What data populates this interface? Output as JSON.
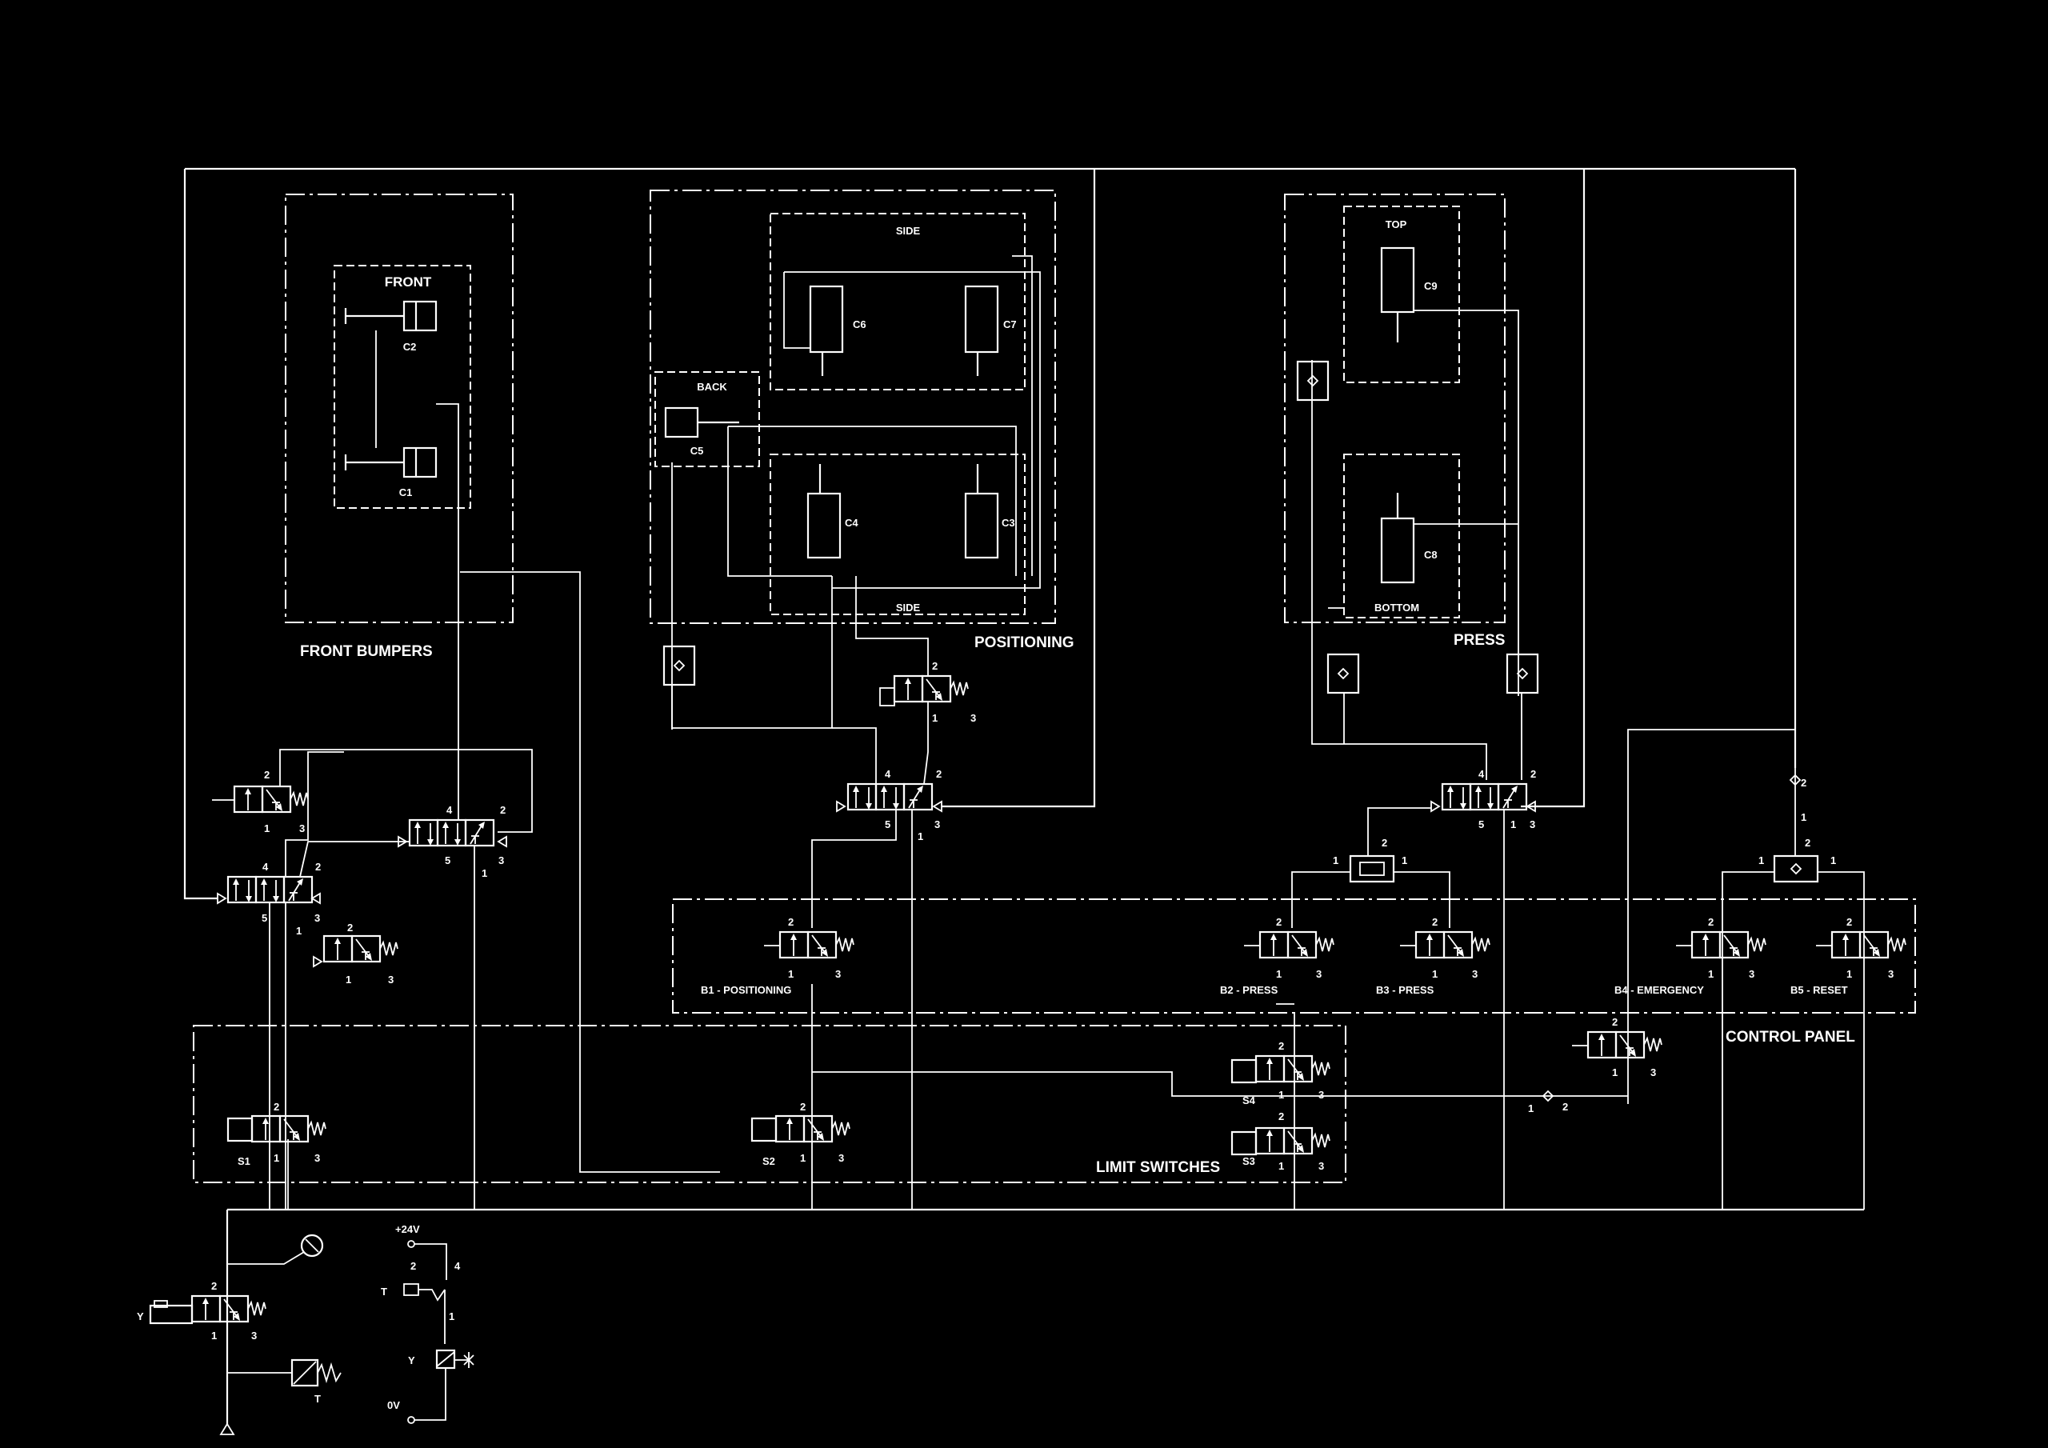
{
  "zones": {
    "front_bumpers": "FRONT BUMPERS",
    "positioning": "POSITIONING",
    "press": "PRESS",
    "limit_switches": "LIMIT SWITCHES",
    "control_panel": "CONTROL PANEL"
  },
  "subzones": {
    "front": "FRONT",
    "side_top": "SIDE",
    "side_bottom": "SIDE",
    "back": "BACK",
    "top": "TOP",
    "bottom": "BOTTOM"
  },
  "cylinders": {
    "c1": "C1",
    "c2": "C2",
    "c3": "C3",
    "c4": "C4",
    "c5": "C5",
    "c6": "C6",
    "c7": "C7",
    "c8": "C8",
    "c9": "C9"
  },
  "buttons": {
    "b1": "B1 - POSITIONING",
    "b2": "B2 - PRESS",
    "b3": "B3 - PRESS",
    "b4": "B4 - EMERGENCY",
    "b5": "B5 - RESET"
  },
  "sensors": {
    "s1": "S1",
    "s2": "S2",
    "s3": "S3",
    "s4": "S4"
  },
  "supply": {
    "plus": "+24V",
    "zero": "0V",
    "t": "T",
    "y": "Y",
    "t_symbol": "T",
    "y_symbol": "Y",
    "p2": "2",
    "p4": "4",
    "p1": "1"
  },
  "ports": {
    "p1": "1",
    "p2": "2",
    "p3": "3",
    "p4": "4",
    "p5": "5"
  }
}
